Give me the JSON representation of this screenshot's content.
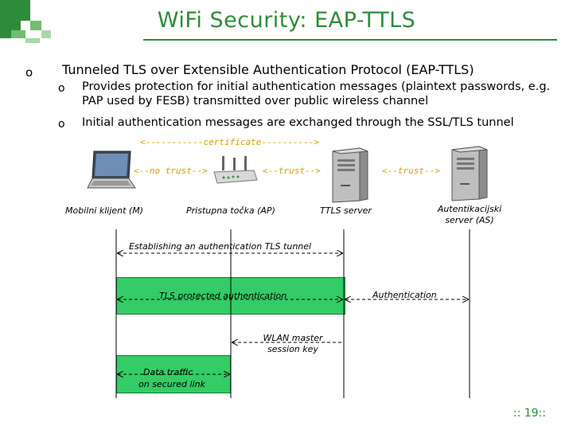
{
  "slide": {
    "title": "WiFi Security: EAP-TTLS",
    "page_number": ":: 19::"
  },
  "bullets": {
    "main_marker": "o",
    "main_text": "Tunneled TLS over Extensible Authentication Protocol (EAP-TTLS)",
    "sub": [
      {
        "marker": "o",
        "text": "Provides protection for initial authentication messages (plaintext passwords, e.g. PAP used by FESB) transmitted over public wireless channel"
      },
      {
        "marker": "o",
        "text": "Initial authentication messages are exchanged through the SSL/TLS tunnel"
      }
    ]
  },
  "diagram": {
    "certificate_label": "<-----------certificate---------->",
    "trust_labels": [
      "<--no trust-->",
      "<--trust-->",
      "<--trust-->"
    ],
    "entities": {
      "client": "Mobilni klijent (M)",
      "ap": "Pristupna točka (AP)",
      "ttls_server": "TTLS server",
      "auth_server": "Autentikacijski server (AS)"
    },
    "flows": {
      "tunnel": "Establishing an authentication TLS tunnel",
      "protected_auth": "TLS protected authentication",
      "authentication": "Authentication",
      "master_key": "WLAN master session key",
      "data_traffic_line1": "Data traffic",
      "data_traffic_line2": "on secured link"
    }
  },
  "colors": {
    "title": "#2e8b3a",
    "accent_orange": "#d4a000",
    "tunnel_green": "#33cc66"
  }
}
